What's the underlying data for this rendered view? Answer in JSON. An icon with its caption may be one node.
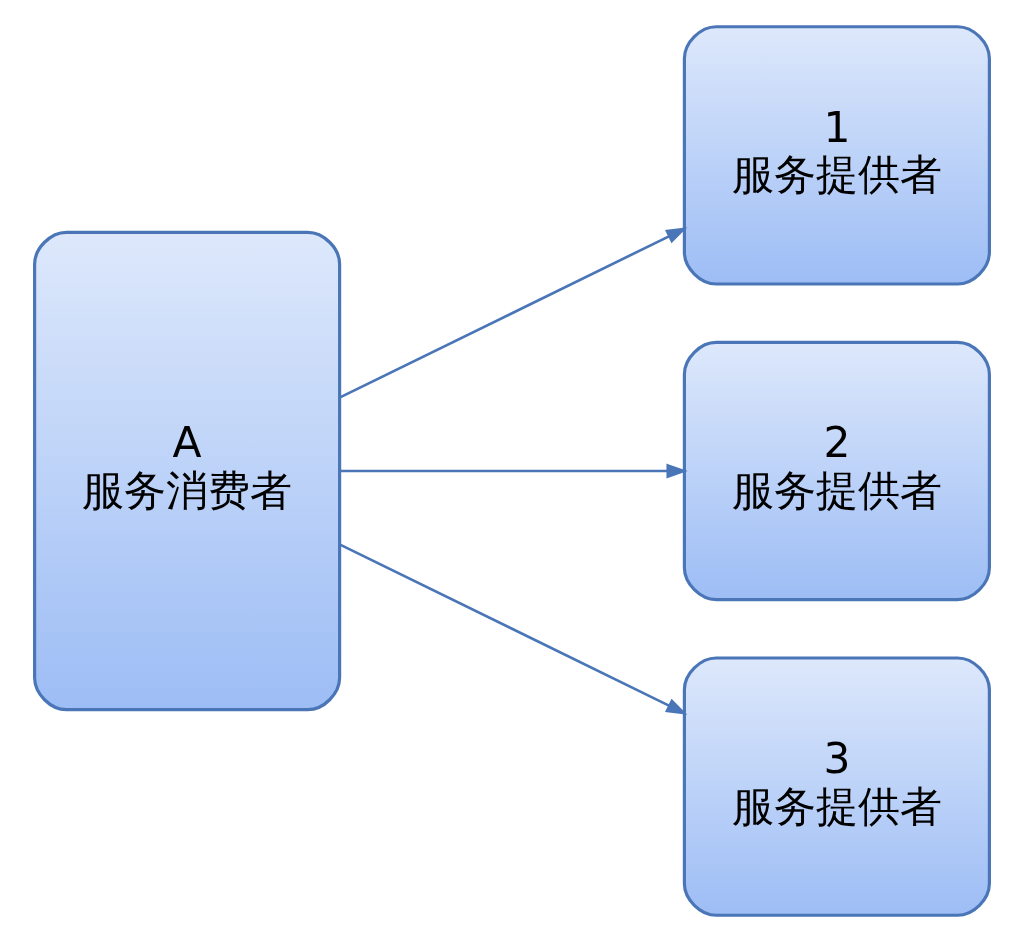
{
  "diagram": {
    "nodes": [
      {
        "text": [
          "A",
          "服务消费者"
        ]
      },
      {
        "text": [
          "1",
          "服务提供者"
        ]
      },
      {
        "text": [
          "2",
          "服务提供者"
        ]
      },
      {
        "text": [
          "3",
          "服务提供者"
        ]
      }
    ],
    "edges": [
      {
        "from": 0,
        "to": 1,
        "arrow": "to"
      },
      {
        "from": 0,
        "to": 2,
        "arrow": "to"
      },
      {
        "from": 0,
        "to": 3,
        "arrow": "to"
      }
    ]
  }
}
